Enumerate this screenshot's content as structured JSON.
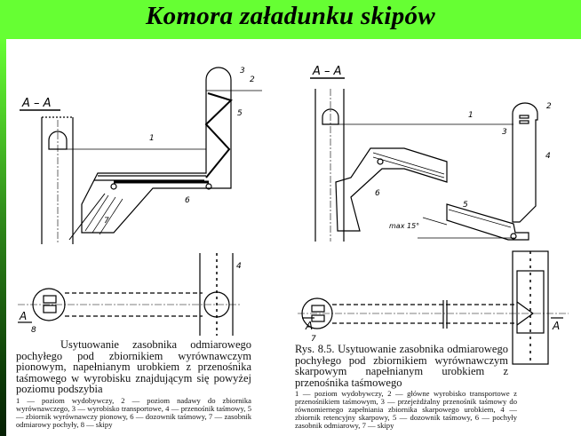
{
  "slide": {
    "title": "Komora załadunku skipów",
    "accent_color": "#66ff33"
  },
  "left_figure": {
    "section_label": "A – A",
    "plan_label": "A",
    "callouts": [
      "1",
      "2",
      "3",
      "4",
      "5",
      "6",
      "7",
      "8"
    ],
    "caption": "Usytuowanie zasobnika odmiarowego pochyłego pod zbiornikiem wyrównawczym pionowym, napełnianym urobkiem z przenośnika taśmowego w wyrobisku znajdującym się powyżej poziomu podszybia",
    "legend": "1 — poziom wydobywczy, 2 — poziom nadawy do zbiornika wyrównawczego, 3 — wyrobisko transportowe, 4 — przenośnik taśmowy, 5 — zbiornik wyrównawczy pionowy, 6 — dozownik taśmowy, 7 — zasobnik odmiarowy pochyły, 8 — skipy"
  },
  "right_figure": {
    "section_label": "A – A",
    "plan_label": "A",
    "angle_label": "max 15°",
    "callouts": [
      "1",
      "2",
      "3",
      "4",
      "5",
      "6",
      "7"
    ],
    "caption": "Rys. 8.5. Usytuowanie zasobnika odmiarowego pochyłego pod zbiornikiem wyrównawczym skarpowym napełnianym urobkiem z przenośnika taśmowego",
    "legend": "1 — poziom wydobywczy, 2 — główne wyrobisko transportowe z przenośnikiem taśmowym, 3 — przejeżdżalny przenośnik taśmowy do równomiernego zapełniania zbiornika skarpowego urobkiem, 4 — zbiornik retencyjny skarpowy, 5 — dozownik taśmowy, 6 — pochyły zasobnik odmiarowy, 7 — skipy"
  }
}
